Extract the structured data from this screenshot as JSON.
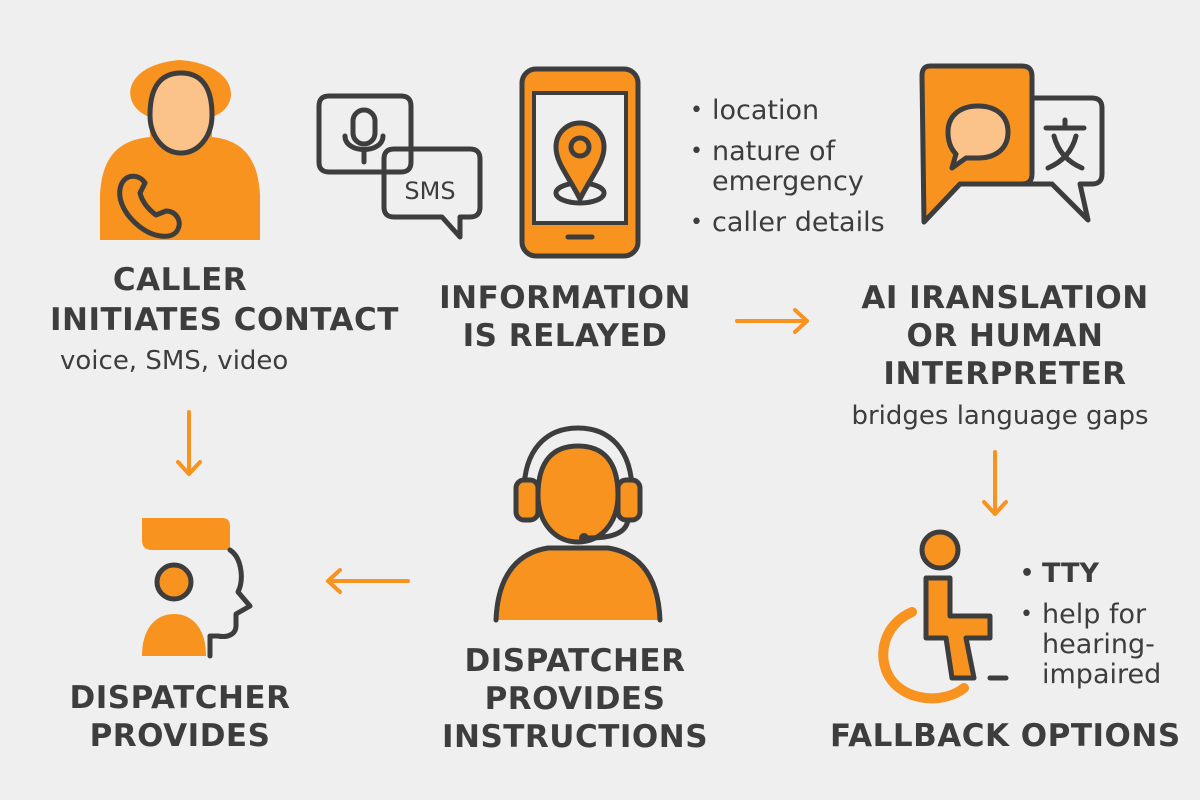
{
  "colors": {
    "accent": "#f7931e",
    "accent_light": "#fbc38a",
    "ink": "#3d3d3d",
    "background": "#efefef"
  },
  "steps": {
    "caller": {
      "title_line1": "CALLER",
      "title_line2": "INITIATES CONTACT",
      "subtitle": "voice, SMS, video",
      "icon": "caller-phone-icon"
    },
    "relay": {
      "sms_label": "SMS",
      "title_line1": "INFORMATION",
      "title_line2": "IS RELAYED",
      "icon": "phone-location-icon",
      "bullets": [
        "location",
        "nature of emergency",
        "caller details"
      ]
    },
    "translation": {
      "title_line1": "AI IRANSLATION",
      "title_line2": "OR HUMAN",
      "title_line3": "INTERPRETER",
      "subtitle": "bridges language gaps",
      "icon": "translation-bubbles-icon"
    },
    "fallback": {
      "title": "FALLBACK OPTIONS",
      "icon": "wheelchair-icon",
      "bullets": [
        "TTY",
        "help for hearing-impaired"
      ]
    },
    "dispatcher_instructions": {
      "title_line1": "DISPATCHER",
      "title_line2": "PROVIDES",
      "title_line3": "INSTRUCTIONS",
      "icon": "headset-dispatcher-icon"
    },
    "dispatcher_provides": {
      "title_line1": "DISPATCHER",
      "title_line2": "PROVIDES",
      "icon": "speaking-head-icon"
    }
  }
}
